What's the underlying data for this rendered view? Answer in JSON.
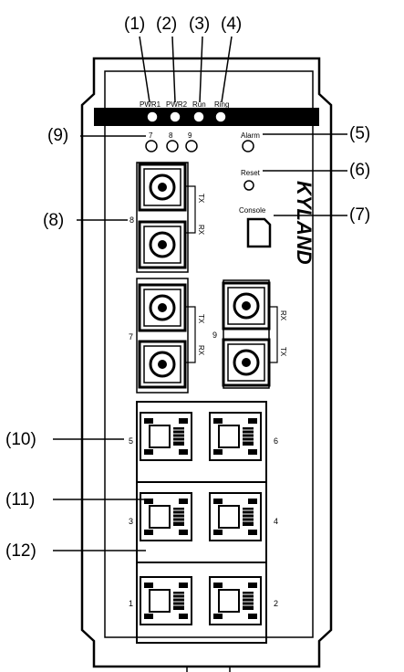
{
  "callouts": {
    "c1": "(1)",
    "c2": "(2)",
    "c3": "(3)",
    "c4": "(4)",
    "c5": "(5)",
    "c6": "(6)",
    "c7": "(7)",
    "c8": "(8)",
    "c9": "(9)",
    "c10": "(10)",
    "c11": "(11)",
    "c12": "(12)"
  },
  "leds_top": {
    "pwr1": "PWR1",
    "pwr2": "PWR2",
    "run": "Run",
    "ring": "Ring"
  },
  "port_leds": {
    "p7": "7",
    "p8": "8",
    "p9": "9"
  },
  "labels": {
    "alarm": "Alarm",
    "reset": "Reset",
    "console": "Console",
    "brand": "KYLAND",
    "tx": "TX",
    "rx": "RX"
  },
  "fiber_ports": {
    "p8": "8",
    "p7": "7",
    "p9": "9"
  },
  "rj45_ports": {
    "p1": "1",
    "p2": "2",
    "p3": "3",
    "p4": "4",
    "p5": "5",
    "p6": "6"
  }
}
